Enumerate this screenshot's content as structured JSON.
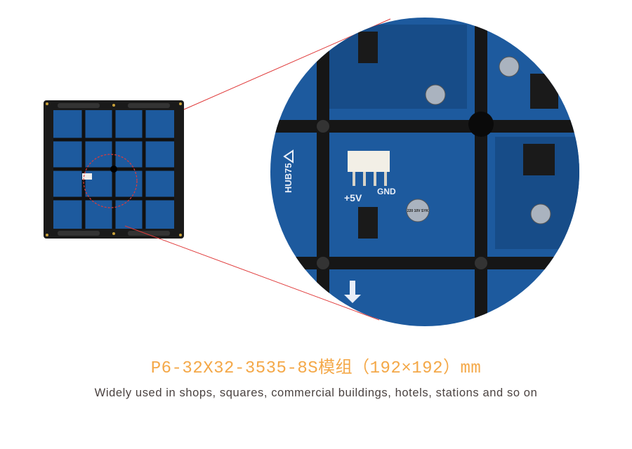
{
  "product": {
    "title": "P6-32X32-3535-8S模组（192×192）mm",
    "description": "Widely used in shops, squares, commercial buildings, hotels, stations and so on"
  },
  "board_labels": {
    "connector": "HUB75",
    "power": "+5V",
    "ground": "GND",
    "capacitor": "220 10V SYK"
  },
  "colors": {
    "pcb_blue": "#1d5a9e",
    "frame_black": "#1a1a1a",
    "title_orange": "#f4a848",
    "callout_red": "#e03a3a"
  }
}
